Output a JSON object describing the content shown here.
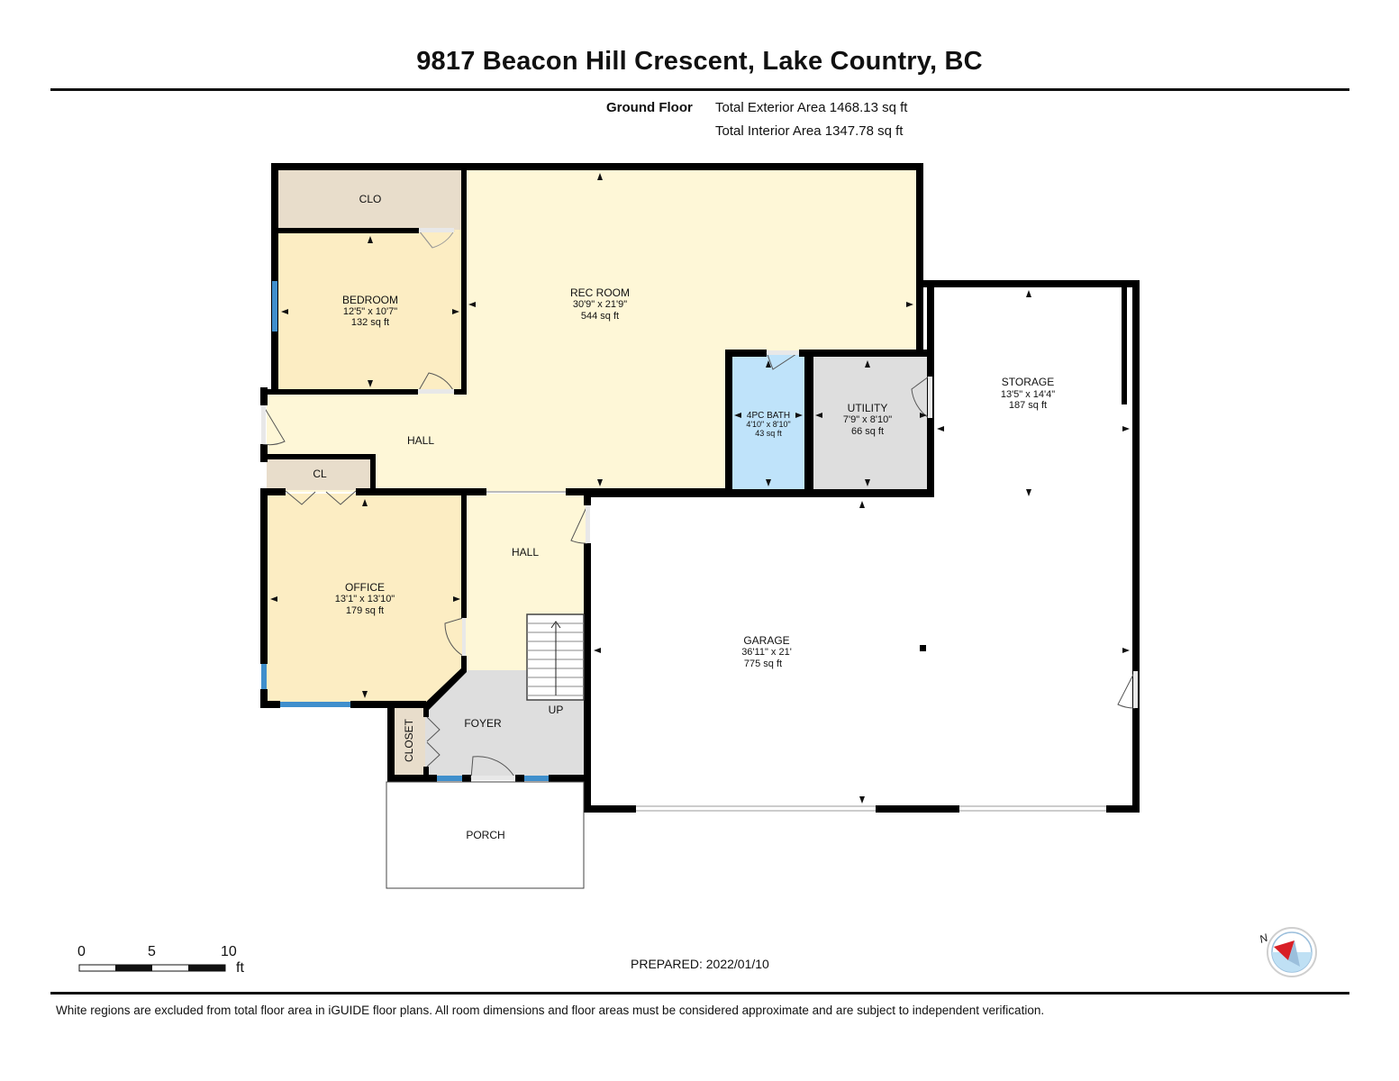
{
  "title": "9817 Beacon Hill Crescent, Lake Country, BC",
  "floor": {
    "label": "Ground Floor",
    "exterior_area": "Total Exterior Area 1468.13 sq ft",
    "interior_area": "Total Interior Area 1347.78 sq ft"
  },
  "rooms": {
    "clo": {
      "name": "CLO"
    },
    "bedroom": {
      "name": "BEDROOM",
      "dims": "12'5\" x 10'7\"",
      "area": "132 sq ft"
    },
    "rec_room": {
      "name": "REC ROOM",
      "dims": "30'9\" x 21'9\"",
      "area": "544 sq ft"
    },
    "hall_upper": {
      "name": "HALL"
    },
    "cl": {
      "name": "CL"
    },
    "bath": {
      "name": "4PC BATH",
      "dims": "4'10\" x 8'10\"",
      "area": "43 sq ft"
    },
    "utility": {
      "name": "UTILITY",
      "dims": "7'9\" x 8'10\"",
      "area": "66 sq ft"
    },
    "storage": {
      "name": "STORAGE",
      "dims": "13'5\" x 14'4\"",
      "area": "187 sq ft"
    },
    "office": {
      "name": "OFFICE",
      "dims": "13'1\" x 13'10\"",
      "area": "179 sq ft"
    },
    "hall_lower": {
      "name": "HALL"
    },
    "garage": {
      "name": "GARAGE",
      "dims": "36'11\" x 21'",
      "area": "775 sq ft"
    },
    "foyer": {
      "name": "FOYER"
    },
    "closet": {
      "name": "CLOSET"
    },
    "stairs": {
      "label": "UP"
    },
    "porch": {
      "name": "PORCH"
    }
  },
  "scale": {
    "zero": "0",
    "five": "5",
    "ten": "10",
    "unit": "ft"
  },
  "compass": {
    "label": "N",
    "icon": "north-arrow-icon"
  },
  "prepared": "PREPARED: 2022/01/10",
  "disclaimer": "White regions are excluded from total floor area in iGUIDE floor plans. All room dimensions and floor areas must be considered approximate and are subject to independent verification.",
  "colors": {
    "wall": "#000000",
    "bedroom_office": "#FCEDC3",
    "rec_hall": "#FEF7D7",
    "closet": "#E8DDCB",
    "bath": "#BFE3FA",
    "utility_foyer": "#DEDEDE",
    "window": "#3F8FCC"
  }
}
